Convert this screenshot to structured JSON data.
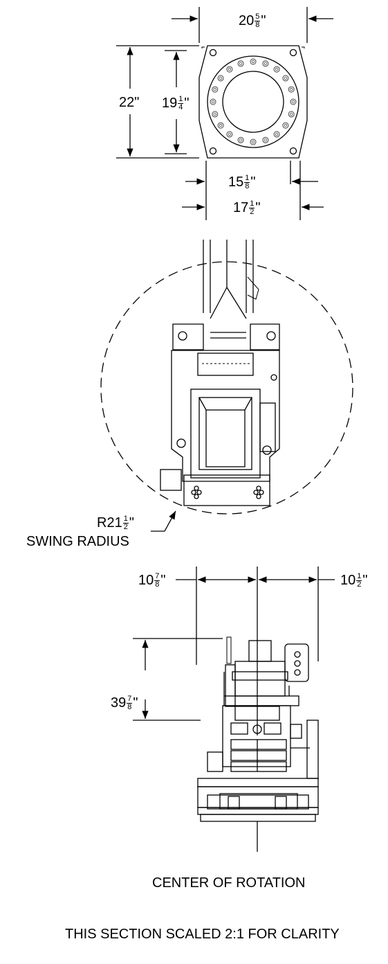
{
  "dimensions": {
    "plate_width": {
      "whole": "20",
      "num": "5",
      "den": "8",
      "unit": "\""
    },
    "plate_height": {
      "whole": "22",
      "unit": "\""
    },
    "bolt_height": {
      "whole": "19",
      "num": "1",
      "den": "4",
      "unit": "\""
    },
    "bolt_width_inner": {
      "whole": "15",
      "num": "1",
      "den": "8",
      "unit": "\""
    },
    "bolt_width_outer": {
      "whole": "17",
      "num": "1",
      "den": "2",
      "unit": "\""
    },
    "swing_radius": {
      "prefix": "R",
      "whole": "21",
      "num": "1",
      "den": "2",
      "unit": "\""
    },
    "left_offset": {
      "whole": "10",
      "num": "7",
      "den": "8",
      "unit": "\""
    },
    "right_offset": {
      "whole": "10",
      "num": "1",
      "den": "2",
      "unit": "\""
    },
    "overall_height": {
      "whole": "39",
      "num": "7",
      "den": "8",
      "unit": "\""
    }
  },
  "labels": {
    "swing_radius": "SWING RADIUS",
    "center_of_rotation": "CENTER OF ROTATION",
    "scale_note": "THIS SECTION SCALED 2:1 FOR CLARITY"
  }
}
